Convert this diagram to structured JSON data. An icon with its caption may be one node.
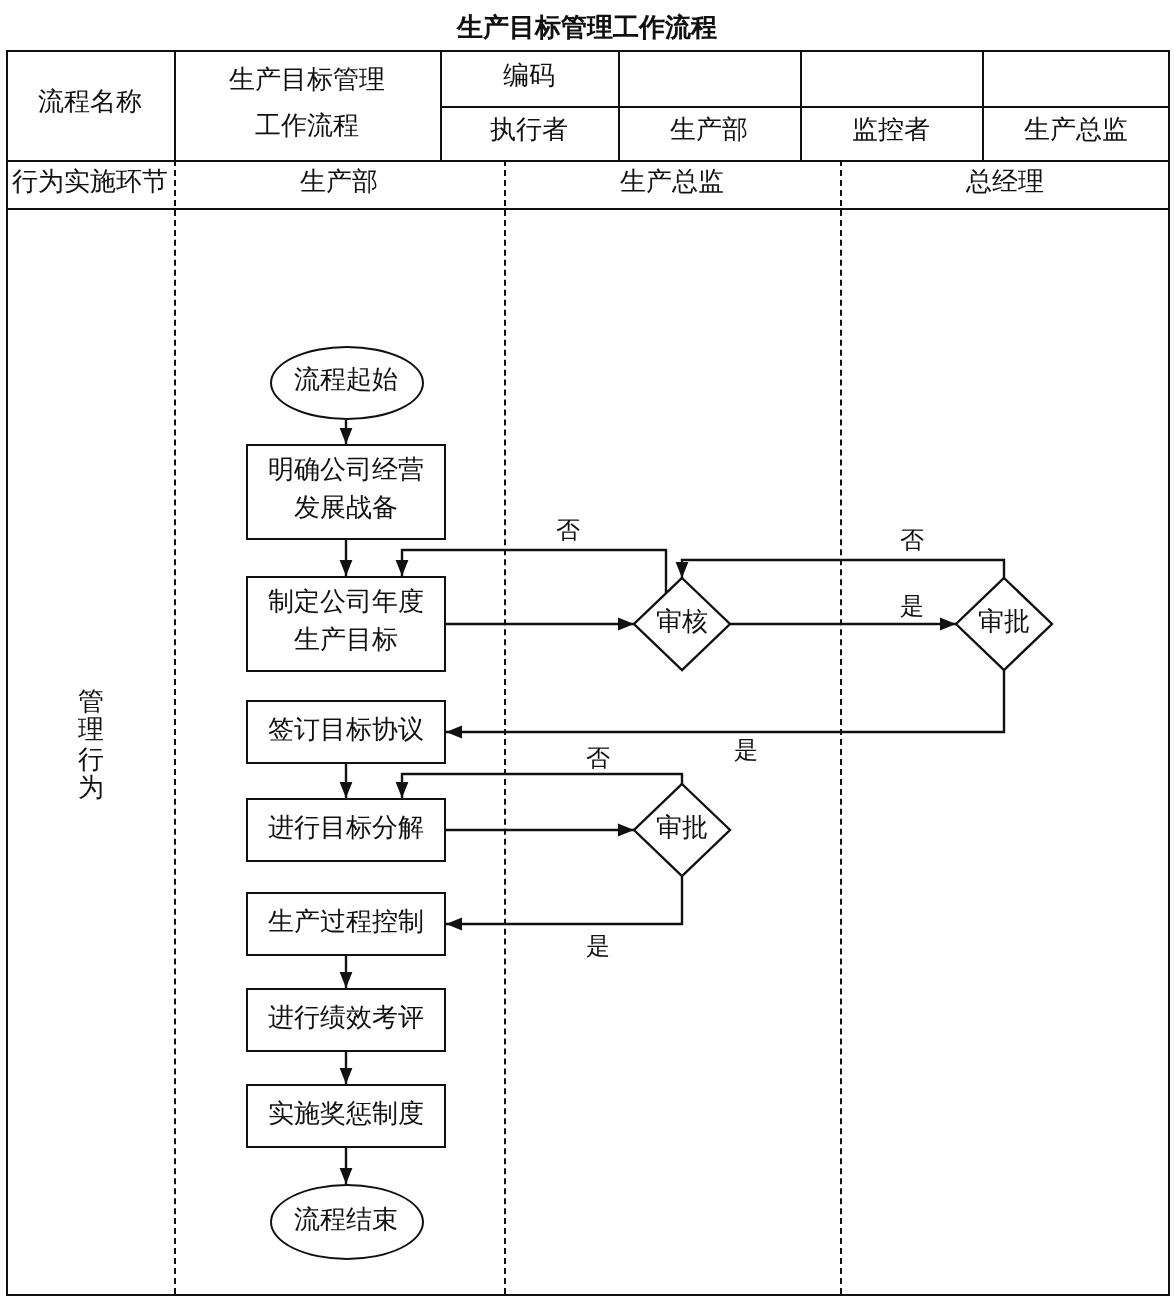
{
  "diagram": {
    "title": "生产目标管理工作流程",
    "nodes": [
      {
        "text": [
          "流程起始"
        ]
      },
      {
        "text": [
          "明确公司经营发展战备"
        ]
      },
      {
        "text": [
          "制定公司年度生产目标"
        ]
      },
      {
        "text": [
          "审核"
        ]
      },
      {
        "text": [
          "审批"
        ]
      },
      {
        "text": [
          "签订目标协议"
        ]
      },
      {
        "text": [
          "进行目标分解"
        ]
      },
      {
        "text": [
          "审批"
        ]
      },
      {
        "text": [
          "生产过程控制"
        ]
      },
      {
        "text": [
          "进行绩效考评"
        ]
      },
      {
        "text": [
          "实施奖惩制度"
        ]
      },
      {
        "text": [
          "流程结束"
        ]
      }
    ],
    "edges": [
      {
        "from": 0,
        "to": 1,
        "arrow": "to"
      },
      {
        "from": 1,
        "to": 2,
        "arrow": "to"
      },
      {
        "from": 2,
        "to": 3,
        "arrow": "to"
      },
      {
        "from": 3,
        "to": 2,
        "arrow": "to",
        "label": "否"
      },
      {
        "from": 3,
        "to": 4,
        "arrow": "to",
        "label": "是"
      },
      {
        "from": 4,
        "to": 3,
        "arrow": "to",
        "label": "否"
      },
      {
        "from": 4,
        "to": 5,
        "arrow": "to",
        "label": "是"
      },
      {
        "from": 5,
        "to": 6,
        "arrow": "to"
      },
      {
        "from": 6,
        "to": 7,
        "arrow": "to"
      },
      {
        "from": 7,
        "to": 6,
        "arrow": "to",
        "label": "否"
      },
      {
        "from": 7,
        "to": 8,
        "arrow": "to",
        "label": "是"
      },
      {
        "from": 8,
        "to": 9,
        "arrow": "to"
      },
      {
        "from": 9,
        "to": 10,
        "arrow": "to"
      },
      {
        "from": 10,
        "to": 11,
        "arrow": "to"
      }
    ],
    "labels": [
      "流程名称",
      "生产目标管理工作流程",
      "编码",
      "执行者",
      "生产部",
      "监控者",
      "生产总监",
      "行为实施环节",
      "生产部",
      "生产总监",
      "总经理",
      "管理行为"
    ]
  }
}
